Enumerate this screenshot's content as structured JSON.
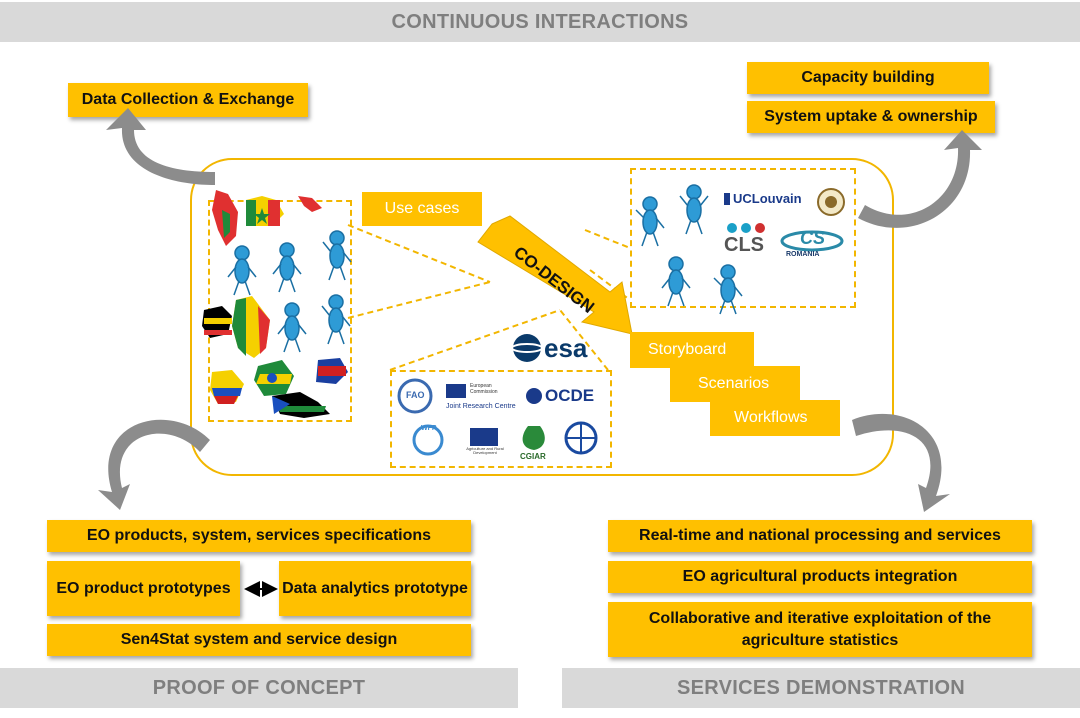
{
  "bands": {
    "top": "CONTINUOUS INTERACTIONS",
    "bottom_left": "PROOF OF CONCEPT",
    "bottom_right": "SERVICES DEMONSTRATION"
  },
  "top_left": {
    "data_collection": "Data Collection & Exchange"
  },
  "top_right": {
    "capacity_building": "Capacity building",
    "system_uptake": "System uptake & ownership"
  },
  "center": {
    "use_cases": "Use cases",
    "co_design": "CO-DESIGN",
    "storyboard": "Storyboard",
    "scenarios": "Scenarios",
    "workflows": "Workflows"
  },
  "logos": {
    "esa": "esa",
    "uclouvain": "UCLouvain",
    "cls": "CLS",
    "cs": "CS",
    "romania": "ROMANIA",
    "fao": "FAO",
    "jrc_top": "European Commission",
    "jrc": "Joint Research Centre",
    "ocde": "OCDE",
    "wfp": "WFP",
    "ec_agri": "Agriculture and Rural Development",
    "cgiar": "CGIAR"
  },
  "bottom_left": {
    "specs": "EO products, system, services specifications",
    "eo_prototypes": "EO product prototypes",
    "analytics_prototype": "Data analytics prototype",
    "system_design": "Sen4Stat system and service design"
  },
  "bottom_right": {
    "realtime": "Real-time and national processing and services",
    "integration": "EO agricultural products integration",
    "collaborative": "Collaborative and iterative exploitation of the agriculture statistics"
  },
  "colors": {
    "yellow": "#ffc000",
    "frame": "#f2b600",
    "band": "#d9d9d9",
    "band_text": "#7f7f7f",
    "figure": "#2e9bd6",
    "arrow_gray": "#8c8c8c"
  }
}
